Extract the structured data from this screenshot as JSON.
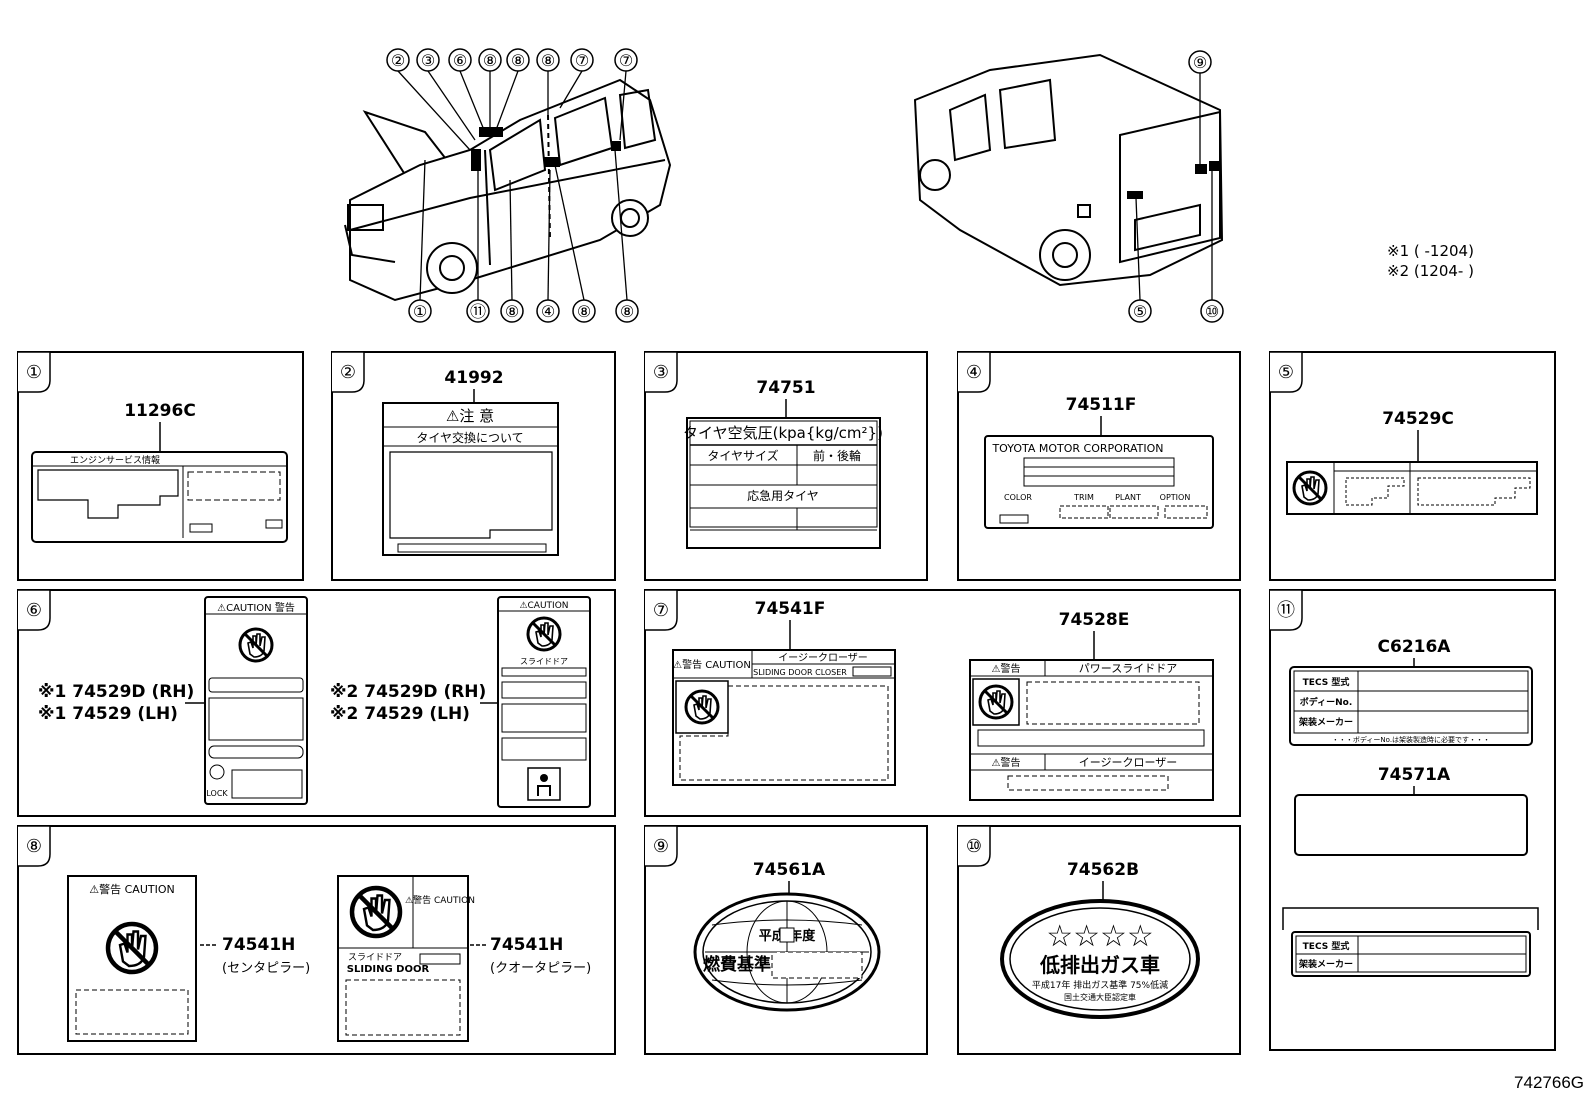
{
  "footnotes": [
    "※1 (        -1204)",
    "※2 (1204-        )"
  ],
  "figure_code": "742766G",
  "overview_callouts": {
    "front_top": [
      "②",
      "③",
      "⑥",
      "⑧",
      "⑧",
      "⑧",
      "⑦",
      "⑦"
    ],
    "front_bottom": [
      "①",
      "⑪",
      "⑧",
      "④",
      "⑧",
      "⑧"
    ],
    "rear_top": [
      "⑨"
    ],
    "rear_bottom": [
      "⑤",
      "⑩"
    ]
  },
  "panels": {
    "p1": {
      "num": "①",
      "part": "11296C",
      "label_header": "エンジンサービス情報"
    },
    "p2": {
      "num": "②",
      "part": "41992",
      "header": "⚠注 意",
      "subheader": "タイヤ交換について"
    },
    "p3": {
      "num": "③",
      "part": "74751",
      "title": "タイヤ空気圧(kpa{kg/cm²})",
      "col1": "タイヤサイズ",
      "col2": "前・後輪",
      "row": "応急用タイヤ"
    },
    "p4": {
      "num": "④",
      "part": "74511F",
      "maker": "TOYOTA MOTOR CORPORATION",
      "rows": [
        "COLOR",
        "TRIM",
        "PLANT",
        "OPTION"
      ]
    },
    "p5": {
      "num": "⑤",
      "part": "74529C"
    },
    "p6": {
      "num": "⑥",
      "left_parts": [
        "※1 74529D (RH)",
        "※1 74529 (LH)"
      ],
      "right_parts": [
        "※2 74529D (RH)",
        "※2 74529 (LH)"
      ],
      "caution": "⚠CAUTION 警告",
      "caution2": "⚠CAUTION",
      "slide": "スライドドア",
      "lock": "LOCK"
    },
    "p7": {
      "num": "⑦",
      "part_a": "74541F",
      "part_b": "74528E",
      "caution": "⚠警告 CAUTION",
      "closer_jp": "イージークローザー",
      "closer_en": "SLIDING DOOR CLOSER",
      "warn": "⚠警告",
      "power_slide": "パワースライドドア",
      "closer2": "イージークローザー"
    },
    "p8": {
      "num": "⑧",
      "part_a": "74541H",
      "note_a": "(センタピラー)",
      "part_b": "74541H",
      "note_b": "(クオータピラー)",
      "caution": "⚠警告 CAUTION",
      "slide_jp": "スライドドア",
      "slide_en": "SLIDING DOOR"
    },
    "p9": {
      "num": "⑨",
      "part": "74561A",
      "line1": "平成  年度",
      "line2": "燃費基準"
    },
    "p10": {
      "num": "⑩",
      "part": "74562B",
      "stars": "☆☆☆☆",
      "main": "低排出ガス車",
      "sub1": "平成17年 排出ガス基準 75%低減",
      "sub2": "国土交通大臣認定車"
    },
    "p11": {
      "num": "⑪",
      "part_a": "C6216A",
      "rows_a": [
        "TECS 型式",
        "ボディーNo.",
        "架装メーカー"
      ],
      "note_a": "・・・ボディーNo.は架装製造時に必要です・・・",
      "part_b": "74571A",
      "rows_b": [
        "TECS 型式",
        "架装メーカー"
      ]
    }
  }
}
